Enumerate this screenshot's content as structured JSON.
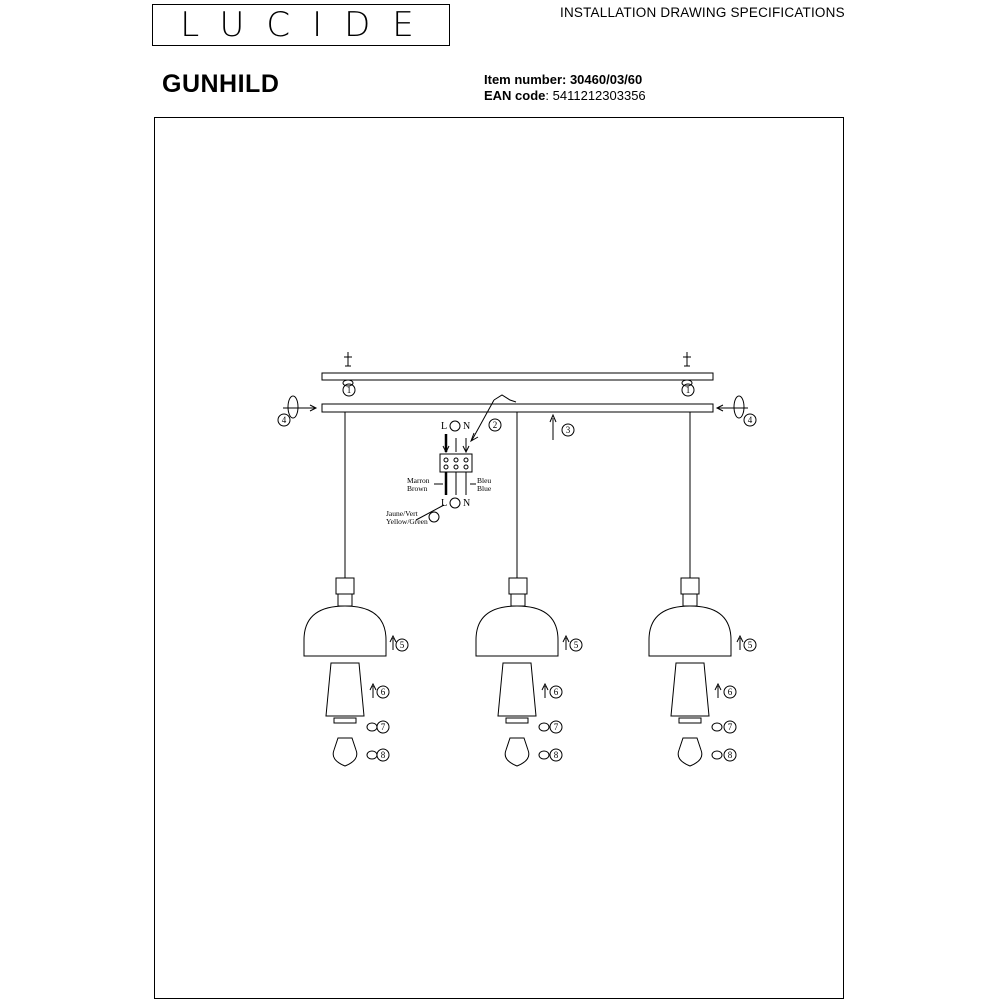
{
  "header": {
    "brand": "LUCIDE",
    "spec_title": "INSTALLATION DRAWING SPECIFICATIONS"
  },
  "product": {
    "name": "GUNHILD",
    "item_number_label": "Item number",
    "item_number_value": ": 30460/03/60",
    "ean_label": "EAN code",
    "ean_value": ": 5411212303356"
  },
  "diagram": {
    "steps": [
      "1",
      "2",
      "3",
      "4",
      "5",
      "6",
      "7",
      "8"
    ],
    "wiring": {
      "live": "L",
      "neutral": "N",
      "brown_fr": "Marron",
      "brown_en": "Brown",
      "blue_fr": "Bleu",
      "blue_en": "Blue",
      "earth_fr": "Jaune/Vert",
      "earth_en": "Yellow/Green"
    }
  }
}
